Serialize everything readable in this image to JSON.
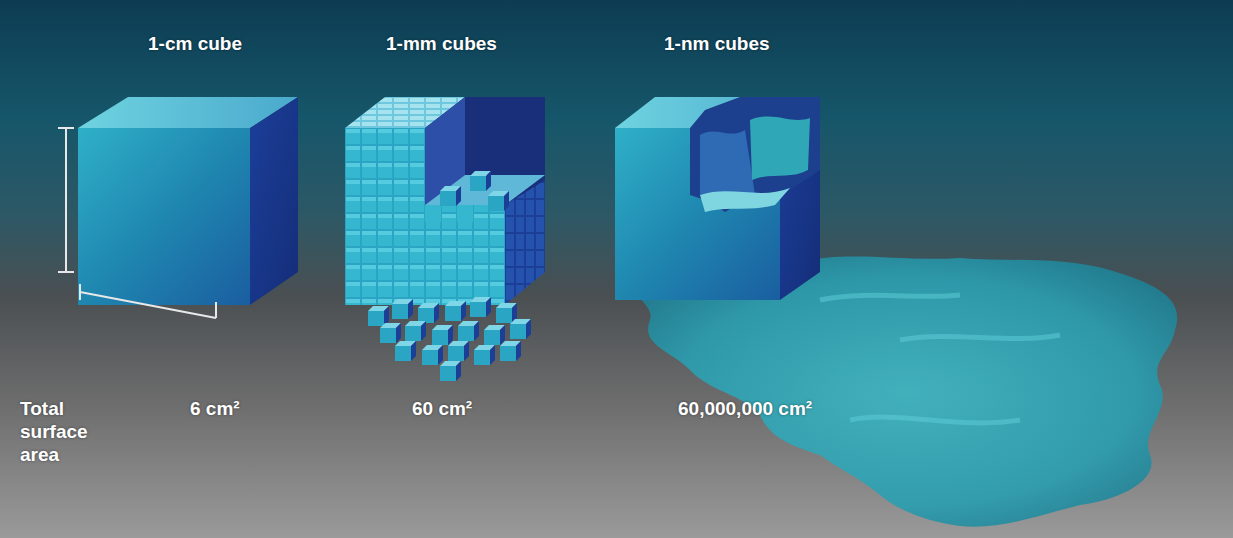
{
  "diagram": {
    "labels": [
      "1-cm cube",
      "1-mm cubes",
      "1-nm cubes",
      "Total surface area",
      "6 cm²",
      "60 cm²",
      "60,000,000 cm²"
    ]
  }
}
